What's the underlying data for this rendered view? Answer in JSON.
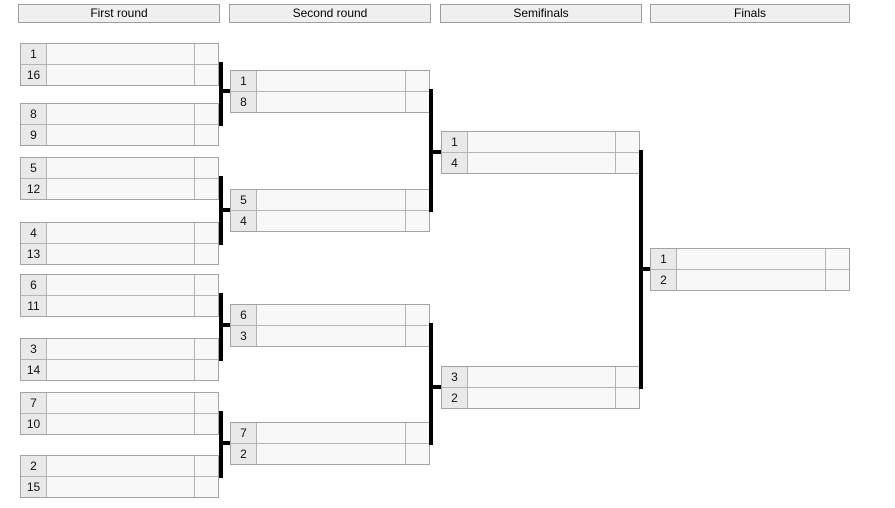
{
  "colors": {
    "background": "#ffffff",
    "connector": "#000000",
    "match_border": "#a3a3a3",
    "cell_border": "#b4b4b4",
    "seed_bg": "#e9e9e9",
    "cell_bg": "#f8f8f8",
    "header_bg": "#efefef",
    "header_border": "#9e9e9e",
    "text": "#000000"
  },
  "rounds": [
    {
      "label": "First round",
      "matches": [
        {
          "rows": [
            {
              "seed": "1",
              "name": "",
              "score": ""
            },
            {
              "seed": "16",
              "name": "",
              "score": ""
            }
          ]
        },
        {
          "rows": [
            {
              "seed": "8",
              "name": "",
              "score": ""
            },
            {
              "seed": "9",
              "name": "",
              "score": ""
            }
          ]
        },
        {
          "rows": [
            {
              "seed": "5",
              "name": "",
              "score": ""
            },
            {
              "seed": "12",
              "name": "",
              "score": ""
            }
          ]
        },
        {
          "rows": [
            {
              "seed": "4",
              "name": "",
              "score": ""
            },
            {
              "seed": "13",
              "name": "",
              "score": ""
            }
          ]
        },
        {
          "rows": [
            {
              "seed": "6",
              "name": "",
              "score": ""
            },
            {
              "seed": "11",
              "name": "",
              "score": ""
            }
          ]
        },
        {
          "rows": [
            {
              "seed": "3",
              "name": "",
              "score": ""
            },
            {
              "seed": "14",
              "name": "",
              "score": ""
            }
          ]
        },
        {
          "rows": [
            {
              "seed": "7",
              "name": "",
              "score": ""
            },
            {
              "seed": "10",
              "name": "",
              "score": ""
            }
          ]
        },
        {
          "rows": [
            {
              "seed": "2",
              "name": "",
              "score": ""
            },
            {
              "seed": "15",
              "name": "",
              "score": ""
            }
          ]
        }
      ]
    },
    {
      "label": "Second round",
      "matches": [
        {
          "rows": [
            {
              "seed": "1",
              "name": "",
              "score": ""
            },
            {
              "seed": "8",
              "name": "",
              "score": ""
            }
          ]
        },
        {
          "rows": [
            {
              "seed": "5",
              "name": "",
              "score": ""
            },
            {
              "seed": "4",
              "name": "",
              "score": ""
            }
          ]
        },
        {
          "rows": [
            {
              "seed": "6",
              "name": "",
              "score": ""
            },
            {
              "seed": "3",
              "name": "",
              "score": ""
            }
          ]
        },
        {
          "rows": [
            {
              "seed": "7",
              "name": "",
              "score": ""
            },
            {
              "seed": "2",
              "name": "",
              "score": ""
            }
          ]
        }
      ]
    },
    {
      "label": "Semifinals",
      "matches": [
        {
          "rows": [
            {
              "seed": "1",
              "name": "",
              "score": ""
            },
            {
              "seed": "4",
              "name": "",
              "score": ""
            }
          ]
        },
        {
          "rows": [
            {
              "seed": "3",
              "name": "",
              "score": ""
            },
            {
              "seed": "2",
              "name": "",
              "score": ""
            }
          ]
        }
      ]
    },
    {
      "label": "Finals",
      "matches": [
        {
          "rows": [
            {
              "seed": "1",
              "name": "",
              "score": ""
            },
            {
              "seed": "2",
              "name": "",
              "score": ""
            }
          ]
        }
      ]
    }
  ]
}
